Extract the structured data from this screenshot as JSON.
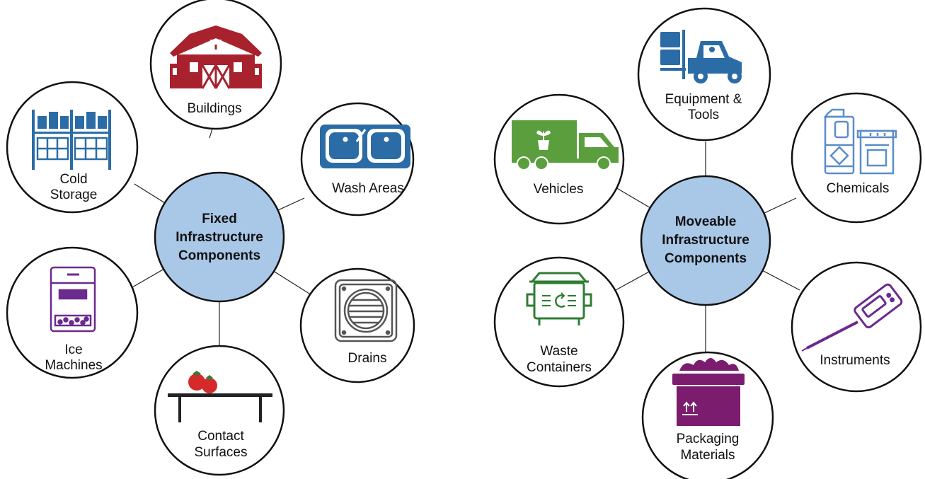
{
  "colors": {
    "hub": "#a9c8e8",
    "barn": "#a8222d",
    "blue": "#2b6ca6",
    "green": "#5b9e3e",
    "purple": "#6b2a8e",
    "dark_green": "#2f7d32",
    "magenta": "#7b1c6e",
    "tomato": "#d42a2a",
    "gray": "#555555",
    "light_blue": "#5b8dc9"
  },
  "fixed": {
    "hub": {
      "line1": "Fixed",
      "line2": "Infrastructure",
      "line3": "Components"
    },
    "buildings": {
      "label": "Buildings",
      "icon": "barn-icon"
    },
    "wash_areas": {
      "label": "Wash Areas",
      "icon": "sink-icon"
    },
    "drains": {
      "label": "Drains",
      "icon": "drain-icon"
    },
    "contact_surfaces": {
      "line1": "Contact",
      "line2": "Surfaces",
      "icon": "table-tomatoes-icon"
    },
    "ice_machines": {
      "line1": "Ice",
      "line2": "Machines",
      "icon": "ice-machine-icon"
    },
    "cold_storage": {
      "line1": "Cold",
      "line2": "Storage",
      "icon": "cold-storage-icon"
    }
  },
  "moveable": {
    "hub": {
      "line1": "Moveable",
      "line2": "Infrastructure",
      "line3": "Components"
    },
    "equipment": {
      "line1": "Equipment &",
      "line2": "Tools",
      "icon": "forklift-icon"
    },
    "chemicals": {
      "label": "Chemicals",
      "icon": "chemical-containers-icon"
    },
    "instruments": {
      "label": "Instruments",
      "icon": "thermometer-probe-icon"
    },
    "packaging": {
      "line1": "Packaging",
      "line2": "Materials",
      "icon": "produce-box-icon"
    },
    "waste": {
      "line1": "Waste",
      "line2": "Containers",
      "icon": "compost-bin-icon"
    },
    "vehicles": {
      "label": "Vehicles",
      "icon": "truck-icon"
    }
  }
}
